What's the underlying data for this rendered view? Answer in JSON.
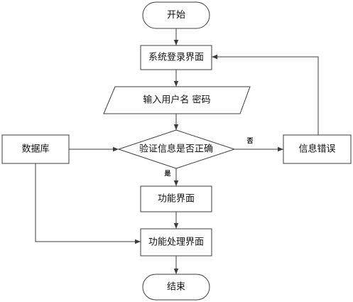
{
  "flowchart": {
    "nodes": {
      "start": "开始",
      "login": "系统登录界面",
      "input": "输入用户名 密码",
      "decision": "验证信息是否正确",
      "database": "数据库",
      "error": "信息错误",
      "function": "功能界面",
      "processing": "功能处理界面",
      "end": "结束"
    },
    "edge_labels": {
      "no": "否",
      "yes": "是"
    },
    "colors": {
      "stroke": "#3c3c3c",
      "fill": "#ffffff",
      "text": "#111111"
    }
  }
}
